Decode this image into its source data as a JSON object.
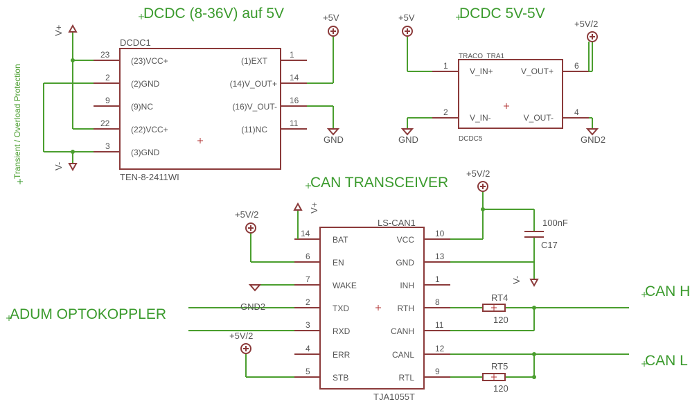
{
  "headings": {
    "dcdc1": "DCDC (8-36V) auf 5V",
    "dcdc5": "DCDC 5V-5V",
    "can": "CAN TRANSCEIVER",
    "adum": "ADUM OPTOKOPPLER",
    "canh": "CAN H",
    "canl": "CAN L",
    "protection": "Transient / Overload Protection"
  },
  "dcdc1": {
    "name": "DCDC1",
    "value": "TEN-8-2411WI",
    "left_pins": [
      {
        "num": "23",
        "label": "(23)VCC+"
      },
      {
        "num": "2",
        "label": "(2)GND"
      },
      {
        "num": "9",
        "label": "(9)NC"
      },
      {
        "num": "22",
        "label": "(22)VCC+"
      },
      {
        "num": "3",
        "label": "(3)GND"
      }
    ],
    "right_pins": [
      {
        "num": "1",
        "label": "(1)EXT"
      },
      {
        "num": "14",
        "label": "(14)V_OUT+"
      },
      {
        "num": "16",
        "label": "(16)V_OUT-"
      },
      {
        "num": "11",
        "label": "(11)NC"
      }
    ]
  },
  "dcdc5": {
    "name": "TRACO_TRA1",
    "value": "DCDC5",
    "left_pins": [
      {
        "num": "1",
        "label": "V_IN+"
      },
      {
        "num": "2",
        "label": "V_IN-"
      }
    ],
    "right_pins": [
      {
        "num": "6",
        "label": "V_OUT+"
      },
      {
        "num": "4",
        "label": "V_OUT-"
      }
    ]
  },
  "can": {
    "name": "LS-CAN1",
    "value": "TJA1055T",
    "left_pins": [
      {
        "num": "14",
        "label": "BAT"
      },
      {
        "num": "6",
        "label": "EN"
      },
      {
        "num": "7",
        "label": "WAKE"
      },
      {
        "num": "2",
        "label": "TXD"
      },
      {
        "num": "3",
        "label": "RXD"
      },
      {
        "num": "4",
        "label": "ERR"
      },
      {
        "num": "5",
        "label": "STB"
      }
    ],
    "right_pins": [
      {
        "num": "10",
        "label": "VCC"
      },
      {
        "num": "13",
        "label": "GND"
      },
      {
        "num": "1",
        "label": "INH"
      },
      {
        "num": "8",
        "label": "RTH"
      },
      {
        "num": "11",
        "label": "CANH"
      },
      {
        "num": "12",
        "label": "CANL"
      },
      {
        "num": "9",
        "label": "RTL"
      }
    ]
  },
  "passives": {
    "c17": {
      "name": "C17",
      "value": "100nF"
    },
    "rt4": {
      "name": "RT4",
      "value": "120"
    },
    "rt5": {
      "name": "RT5",
      "value": "120"
    }
  },
  "supplies": {
    "vplus": "V+",
    "vminus": "V-",
    "p5v": "+5V",
    "p5v2": "+5V/2",
    "gnd": "GND",
    "gnd2": "GND2"
  }
}
